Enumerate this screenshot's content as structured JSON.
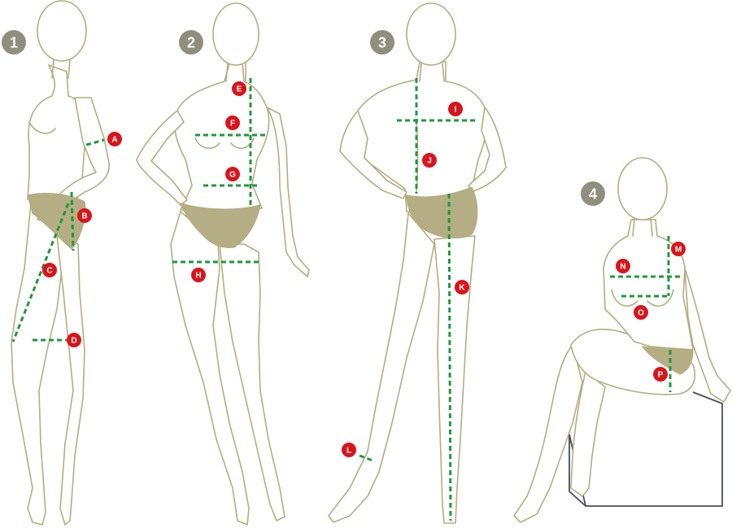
{
  "figure_numbers": [
    "1",
    "2",
    "3",
    "4"
  ],
  "measure_labels": [
    "A",
    "B",
    "C",
    "D",
    "E",
    "F",
    "G",
    "H",
    "I",
    "J",
    "K",
    "L",
    "M",
    "N",
    "O",
    "P"
  ],
  "colors": {
    "outline": "#b3ad80",
    "brief_fill": "#b5ae84",
    "measure_line": "#1e9a3c",
    "label_badge": "#d9141c",
    "figure_number_badge": "#908e7c",
    "seat_box": "#4a4a5e"
  }
}
